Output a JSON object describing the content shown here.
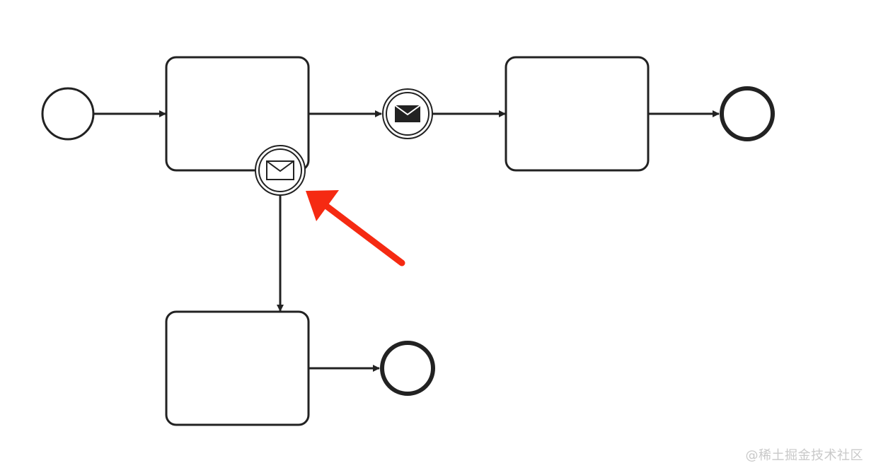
{
  "diagram": {
    "notation": "BPMN",
    "stroke_color": "#222222",
    "annotation_arrow_color": "#f52a12",
    "elements": {
      "start_event": "start-event-icon",
      "task_1": "task",
      "boundary_event": "message-envelope-icon",
      "intermediate_event": "message-envelope-filled-icon",
      "task_2": "task",
      "end_event_1": "end-event-icon",
      "task_3": "task",
      "end_event_2": "end-event-icon"
    }
  },
  "watermark": {
    "text": "@稀土掘金技术社区"
  }
}
